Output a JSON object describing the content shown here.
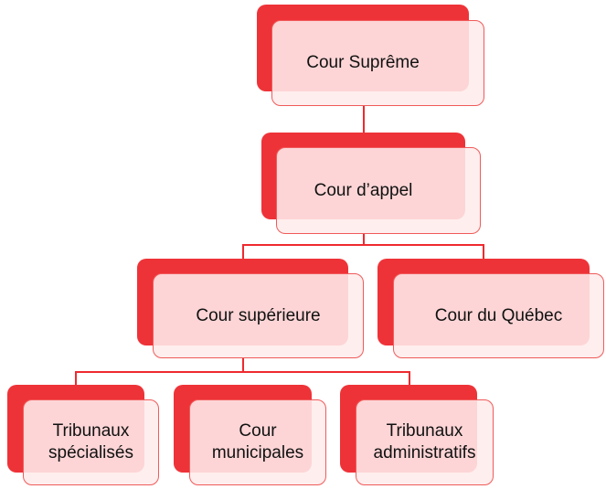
{
  "nodes": {
    "supreme": "Cour Suprême",
    "appel": "Cour d’appel",
    "superieure": "Cour supérieure",
    "quebec": "Cour du Québec",
    "specialises_1": "Tribunaux",
    "specialises_2": "spécialisés",
    "municipales_1": "Cour",
    "municipales_2": "municipales",
    "administratifs_1": "Tribunaux",
    "administratifs_2": "administratifs"
  },
  "colors": {
    "accent": "#ee3338",
    "box_fill": "#ffecec",
    "border": "#f05a5a"
  }
}
